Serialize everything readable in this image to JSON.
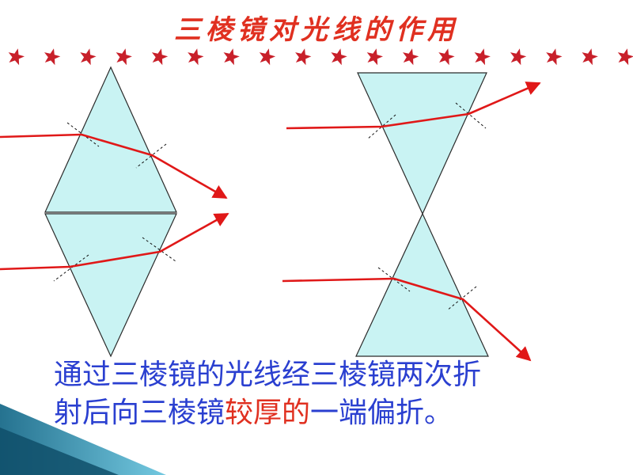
{
  "title": "三棱镜对光线的作用",
  "caption": {
    "line1": "通过三棱镜的光线经三棱镜两次折",
    "line2_a": "射后向三棱镜",
    "line2_highlight": "较厚的",
    "line2_b": "一端偏折。"
  },
  "colors": {
    "title": "#e03020",
    "star": "#c8202a",
    "prism_fill": "#c9f3f3",
    "ray": "#e01818",
    "caption": "#2a3fd0",
    "highlight": "#e03020",
    "corner_dark": "#1a6b8a",
    "corner_light": "#6cc6df"
  },
  "icons": {
    "star": "star-icon"
  }
}
